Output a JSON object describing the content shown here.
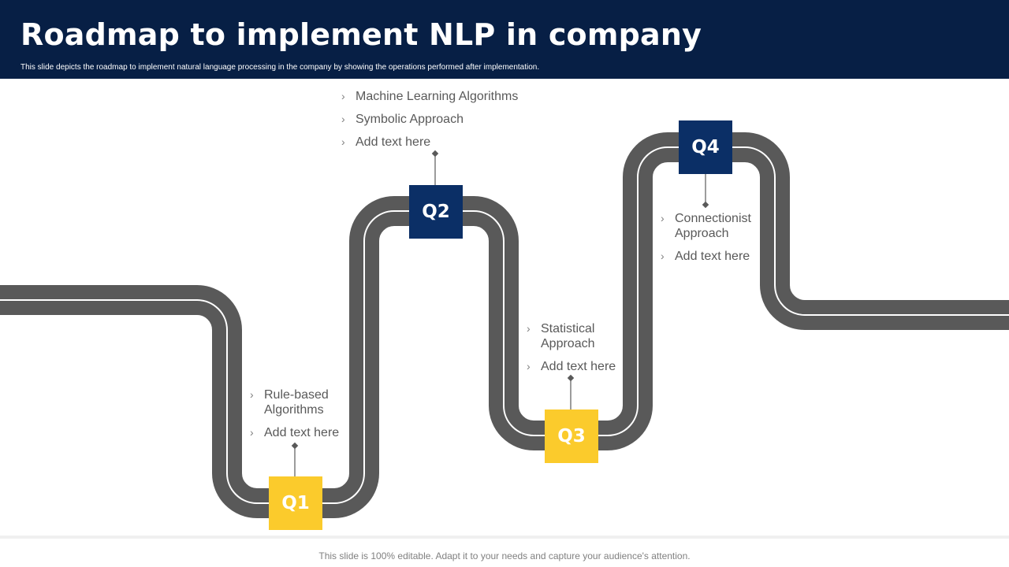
{
  "header": {
    "title": "Roadmap to implement NLP in company",
    "subtitle": "This slide depicts the roadmap to implement  natural language processing in the company by showing the operations performed after implementation."
  },
  "milestones": [
    {
      "label": "Q1",
      "color": "#FBCB2C",
      "items": [
        "Rule-based Algorithms",
        "Add text here"
      ]
    },
    {
      "label": "Q2",
      "color": "#0B2F66",
      "items": [
        "Machine Learning Algorithms",
        "Symbolic Approach",
        "Add text here"
      ]
    },
    {
      "label": "Q3",
      "color": "#FBCB2C",
      "items": [
        "Statistical Approach",
        "Add text here"
      ]
    },
    {
      "label": "Q4",
      "color": "#0B2F66",
      "items": [
        "Connectionist Approach",
        "Add text here"
      ]
    }
  ],
  "bullet_glyph": "›",
  "road_color": "#595959",
  "footer": "This slide is 100% editable. Adapt it to your needs and capture your audience's attention."
}
